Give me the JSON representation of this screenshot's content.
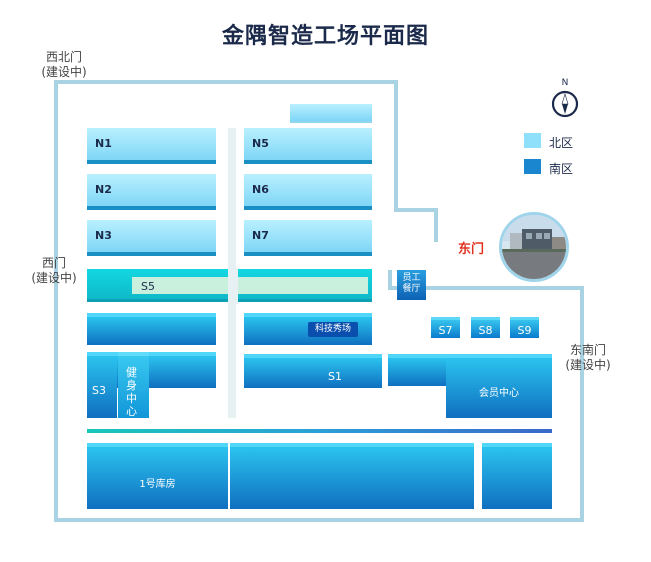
{
  "title": "金隅智造工场平面图",
  "gates": {
    "northwest_line1": "西北门",
    "northwest_line2": "(建设中)",
    "west_line1": "西门",
    "west_line2": "(建设中)",
    "east": "东门",
    "southeast_line1": "东南门",
    "southeast_line2": "(建设中)"
  },
  "compass": {
    "label": "N"
  },
  "legend": {
    "north": "北区",
    "south": "南区",
    "north_color": "#8fe0fb",
    "south_color": "#1a86d0"
  },
  "buildings": {
    "n1": "N1",
    "n2": "N2",
    "n3": "N3",
    "n5": "N5",
    "n6": "N6",
    "n7": "N7",
    "s5": "S5",
    "tech_showroom": "科技秀场",
    "s1": "S1",
    "s3": "S3",
    "gym": "健身中心",
    "canteen": "员工餐厅",
    "s7": "S7",
    "s8": "S8",
    "s9": "S9",
    "member_center": "会员中心",
    "warehouse1": "1号库房"
  }
}
